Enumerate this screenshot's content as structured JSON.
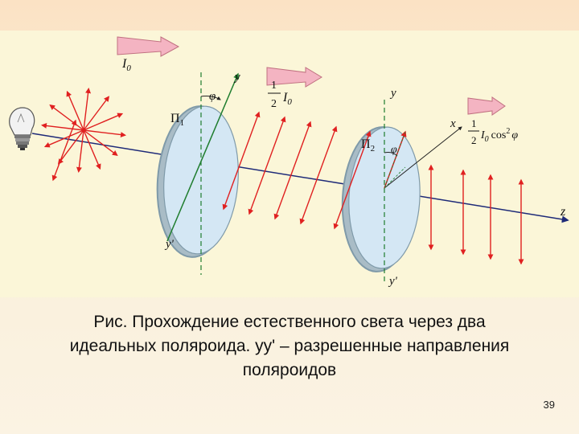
{
  "figure": {
    "intensity_initial": "I",
    "intensity_initial_sub": "0",
    "polaroid_1": {
      "letter": "П",
      "sub": "1"
    },
    "polaroid_2": {
      "letter": "П",
      "sub": "2"
    },
    "intensity_half": {
      "numerator": "1",
      "denominator": "2",
      "symbol": "I",
      "sub": "0"
    },
    "intensity_final": {
      "numerator": "1",
      "denominator": "2",
      "expression": "I",
      "sub": "0",
      "cos": "cos",
      "power": "2",
      "angle": "φ"
    },
    "axes": {
      "y1": "y",
      "y1_prime": "y'",
      "y2": "y",
      "y2_prime": "y'",
      "x": "x",
      "z": "z",
      "phi1": "φ",
      "phi2": "φ"
    },
    "colors": {
      "background": "#fbf6d8",
      "rays": "#e02020",
      "polaroid_face": "#d4e7f4",
      "polaroid_rim": "#7f9aa9",
      "beam_axis": "#1e2a78",
      "allowed_direction": "#1f7d2e",
      "arrow_fill": "#f4b4c2"
    }
  },
  "caption": {
    "line1": "Рис. Прохождение естественного света через два",
    "line2": "идеальных поляроида. yy' – разрешенные направления",
    "line3": "поляроидов"
  },
  "page_number": "39"
}
